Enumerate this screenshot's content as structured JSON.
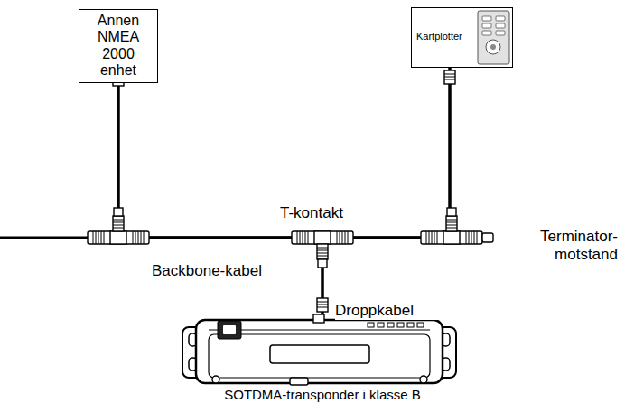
{
  "diagram": {
    "nodes": [
      {
        "text": [
          "Annen NMEA 2000 enhet"
        ]
      },
      {
        "text": [
          "Kartplotter"
        ]
      },
      {
        "text": [
          "SOTDMA-transponder i klasse B"
        ]
      }
    ],
    "edges": [
      {
        "from": 0,
        "to": 2,
        "arrow": "none"
      },
      {
        "from": 2,
        "to": 1,
        "arrow": "none"
      },
      {
        "from": 0,
        "to": 1,
        "arrow": "none"
      }
    ],
    "labels": [
      "T-kontakt",
      "Backbone-kabel",
      "Droppkabel",
      "Terminator- motstand"
    ]
  }
}
